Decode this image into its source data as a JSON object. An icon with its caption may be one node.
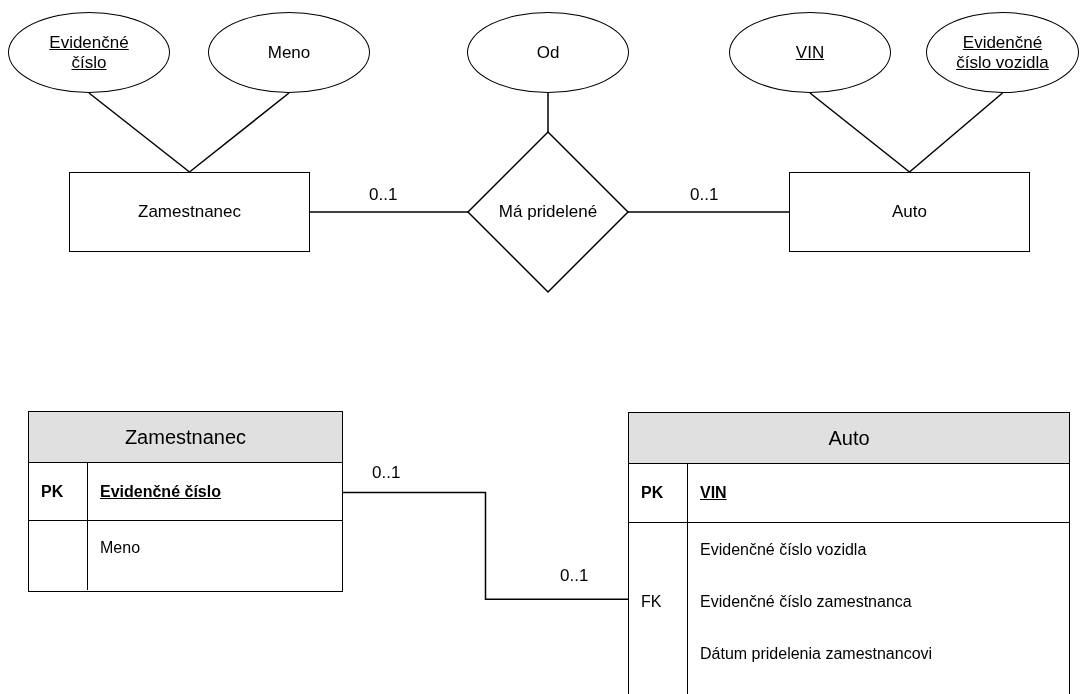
{
  "diagram": {
    "nodes": [
      {
        "text": [
          "Evidenčné číslo"
        ]
      },
      {
        "text": [
          "Meno"
        ]
      },
      {
        "text": [
          "Od"
        ]
      },
      {
        "text": [
          "VIN"
        ]
      },
      {
        "text": [
          "Evidenčné číslo vozidla"
        ]
      },
      {
        "text": [
          "Zamestnanec"
        ]
      },
      {
        "text": [
          "Má pridelené"
        ]
      },
      {
        "text": [
          "Auto"
        ]
      },
      {
        "text": [
          "Zamestnanec"
        ]
      },
      {
        "text": [
          "PK",
          "Evidenčné číslo"
        ],
        "in": 8
      },
      {
        "text": [
          "Meno"
        ],
        "in": 8
      },
      {
        "text": [
          "Auto"
        ]
      },
      {
        "text": [
          "PK",
          "VIN"
        ],
        "in": 11
      },
      {
        "text": [
          "FK",
          "Evidenčné číslo vozidla",
          "Evidenčné číslo zamestnanca",
          "Dátum pridelenia zamestnancovi"
        ],
        "in": 11
      }
    ],
    "edges": [
      {
        "from": 0,
        "to": 5,
        "arrow": "none"
      },
      {
        "from": 1,
        "to": 5,
        "arrow": "none"
      },
      {
        "from": 2,
        "to": 6,
        "arrow": "none"
      },
      {
        "from": 3,
        "to": 7,
        "arrow": "none"
      },
      {
        "from": 4,
        "to": 7,
        "arrow": "none"
      },
      {
        "from": 5,
        "to": 6,
        "arrow": "none",
        "label": "0..1"
      },
      {
        "from": 6,
        "to": 7,
        "arrow": "none",
        "label": "0..1"
      },
      {
        "from": 9,
        "to": 13,
        "arrow": "none",
        "label": "0..1"
      }
    ],
    "labels": [
      "0..1"
    ]
  }
}
